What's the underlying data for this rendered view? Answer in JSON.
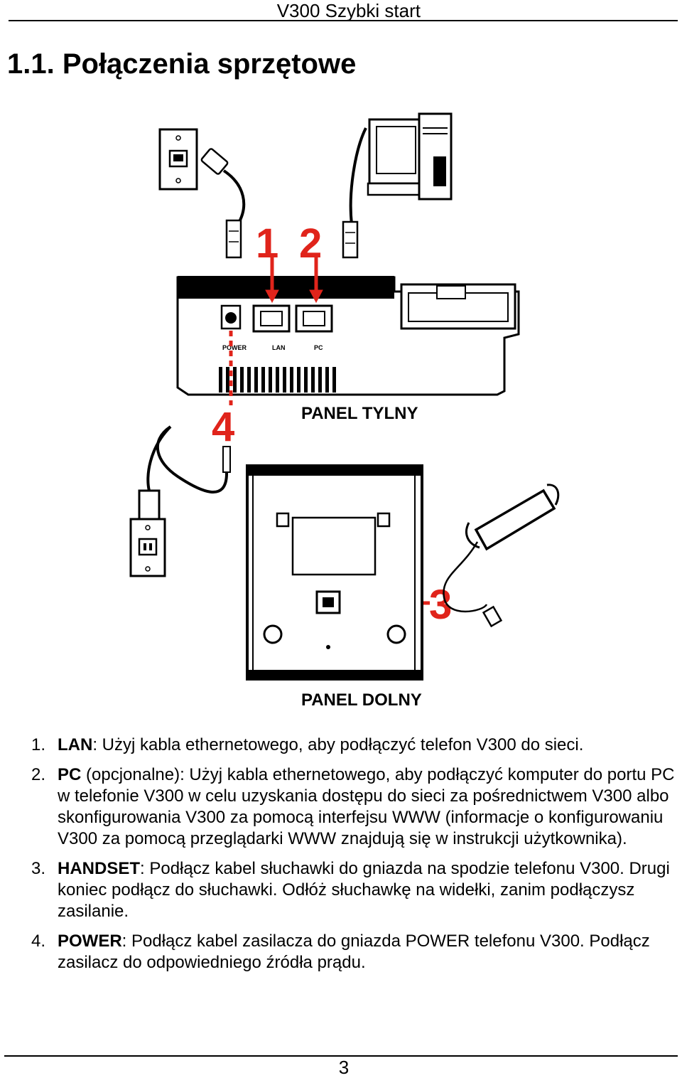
{
  "header": {
    "title": "V300 Szybki start"
  },
  "section": {
    "heading": "1.1. Połączenia sprzętowe"
  },
  "figure": {
    "markers": [
      "1",
      "2",
      "3",
      "4"
    ],
    "port_labels": [
      "POWER",
      "LAN",
      "PC"
    ],
    "captions": {
      "rear": "PANEL TYLNY",
      "bottom": "PANEL DOLNY"
    },
    "colors": {
      "marker": "#e0241b",
      "line": "#000000"
    }
  },
  "items": [
    {
      "number": "1.",
      "term": "LAN",
      "text": ": Użyj kabla ethernetowego, aby podłączyć telefon V300 do sieci."
    },
    {
      "number": "2.",
      "term": "PC",
      "text": " (opcjonalne): Użyj kabla ethernetowego, aby podłączyć komputer do portu PC w telefonie V300 w celu uzyskania dostępu do sieci za pośrednictwem V300 albo skonfigurowania V300 za pomocą interfejsu WWW (informacje o konfigurowaniu V300 za pomocą przeglądarki WWW znajdują się w instrukcji użytkownika)."
    },
    {
      "number": "3.",
      "term": "HANDSET",
      "text": ": Podłącz kabel słuchawki do gniazda na spodzie telefonu V300. Drugi koniec podłącz do słuchawki. Odłóż słuchawkę na widełki, zanim podłączysz zasilanie."
    },
    {
      "number": "4.",
      "term": "POWER",
      "text": ": Podłącz kabel zasilacza do gniazda POWER telefonu V300. Podłącz zasilacz do odpowiedniego źródła prądu."
    }
  ],
  "footer": {
    "page_number": "3"
  }
}
